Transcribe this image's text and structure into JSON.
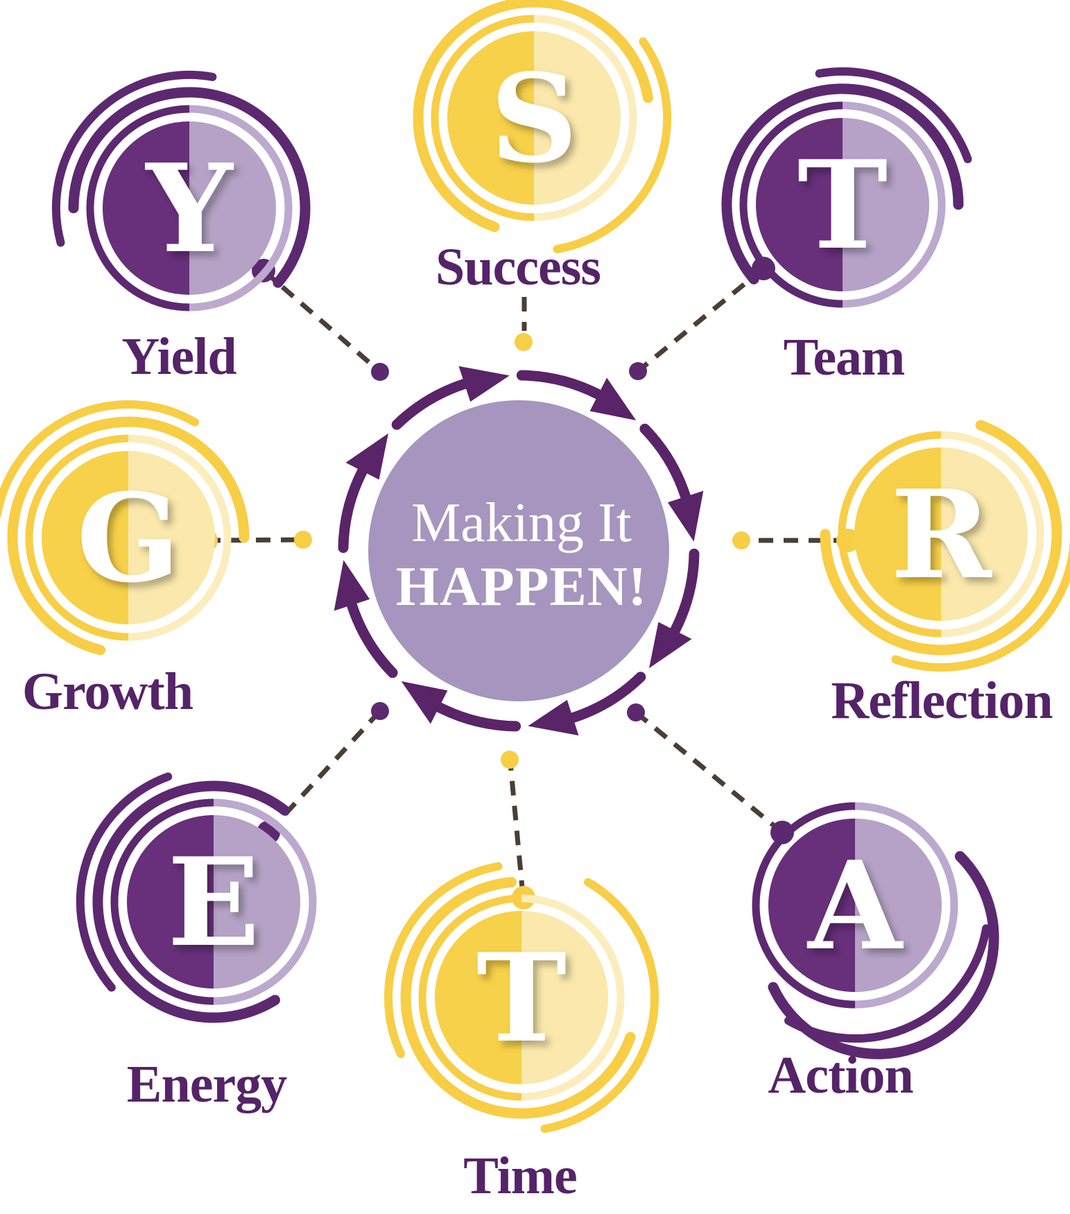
{
  "diagram": {
    "center": {
      "line1": "Making It",
      "line2": "HAPPEN!"
    },
    "nodes": [
      {
        "letter": "S",
        "label": "Success",
        "scheme": "yellow"
      },
      {
        "letter": "T",
        "label": "Team",
        "scheme": "purple"
      },
      {
        "letter": "R",
        "label": "Reflection",
        "scheme": "yellow"
      },
      {
        "letter": "A",
        "label": "Action",
        "scheme": "purple"
      },
      {
        "letter": "T",
        "label": "Time",
        "scheme": "yellow"
      },
      {
        "letter": "E",
        "label": "Energy",
        "scheme": "purple"
      },
      {
        "letter": "G",
        "label": "Growth",
        "scheme": "yellow"
      },
      {
        "letter": "Y",
        "label": "Yield",
        "scheme": "purple"
      }
    ],
    "palette": {
      "purple-dark": "#682F7B",
      "purple-light": "#B5A2C6",
      "purple-ring": "#5C2970",
      "purple-ring-light": "#BCA9CD",
      "yellow-dark": "#F8D14A",
      "yellow-light": "#FAE8AC",
      "yellow-ring": "#F7CE45",
      "yellow-ring-light": "#FBEDBC",
      "hub-fill": "#A695BE",
      "arrow": "#5A2468",
      "label-text": "#552368",
      "letter-text": "#FFFFFF",
      "connector": "#4A3E35"
    }
  }
}
